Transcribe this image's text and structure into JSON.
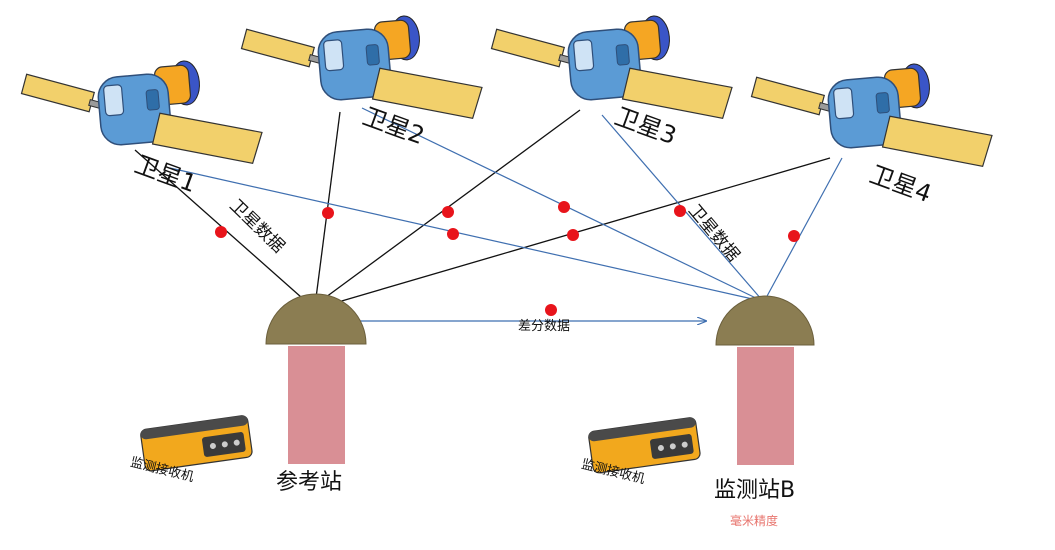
{
  "satellites": [
    {
      "label": "卫星1"
    },
    {
      "label": "卫星2"
    },
    {
      "label": "卫星3"
    },
    {
      "label": "卫星4"
    }
  ],
  "links": {
    "satellite_data_label_left": "卫星数据",
    "satellite_data_label_right": "卫星数据",
    "differential_data_label": "差分数据"
  },
  "stations": {
    "reference": {
      "label": "参考站"
    },
    "monitor": {
      "label": "监测站B",
      "precision_label": "毫米精度"
    }
  },
  "receivers": [
    {
      "label": "监测接收机"
    },
    {
      "label": "监测接收机"
    }
  ],
  "colors": {
    "reference_signal": "#111111",
    "monitor_signal": "#3f6fb0",
    "data_dot": "#e8141b",
    "dome": "#8b7d52",
    "pillar": "#d98f95",
    "satellite_body": "#5b9bd5",
    "satellite_panel": "#f2d06b",
    "satellite_module": "#f5a623",
    "precision_text": "#e8756e"
  }
}
